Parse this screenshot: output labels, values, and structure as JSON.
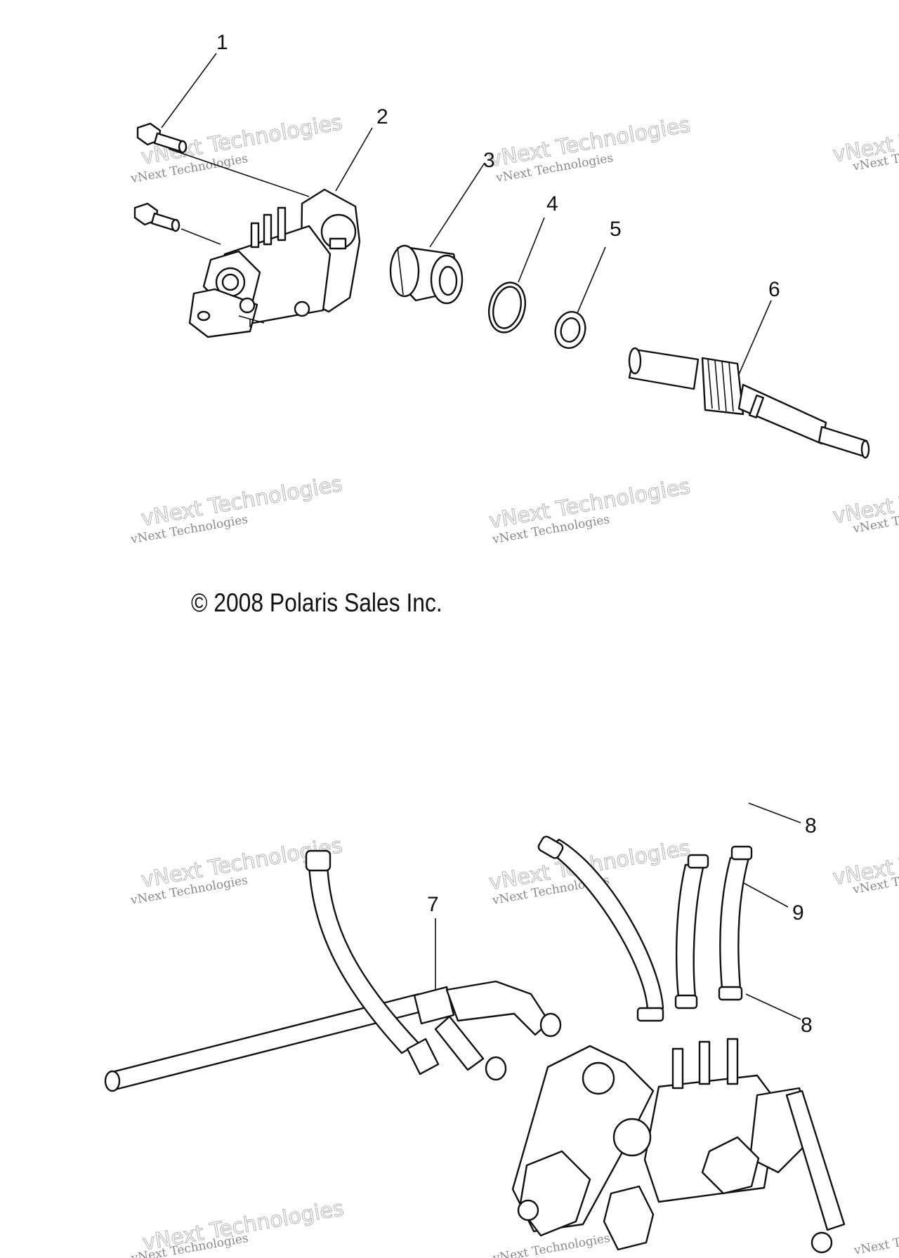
{
  "copyright": "© 2008 Polaris Sales Inc.",
  "watermark": {
    "line1": "vNext Technologies",
    "line2": "vNext\nTechnologies"
  },
  "callouts": [
    "1",
    "2",
    "3",
    "4",
    "5",
    "6",
    "7",
    "8",
    "9",
    "8"
  ]
}
